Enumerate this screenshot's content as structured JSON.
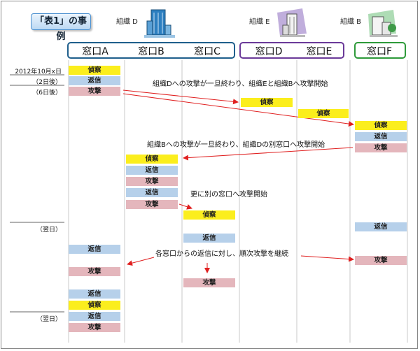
{
  "badge": "「表1」の事例",
  "organizations": [
    {
      "id": "D",
      "label": "組織 D"
    },
    {
      "id": "E",
      "label": "組織 E"
    },
    {
      "id": "B",
      "label": "組織 B"
    }
  ],
  "windows": [
    "窓口A",
    "窓口B",
    "窓口C",
    "窓口D",
    "窓口E",
    "窓口F"
  ],
  "timeline": [
    "2012年10月x日",
    "（2日後）",
    "（6日後）",
    "（翌日）",
    "（翌日）"
  ],
  "steps": {
    "recon": "偵察",
    "reply": "返信",
    "attack": "攻撃"
  },
  "notes": [
    "組織Dへの攻撃が一旦終わり、組織Eと組織Bへ攻撃開始",
    "組織Bへの攻撃が一旦終わり、組織Dの別窓口へ攻撃開始",
    "更に別の窓口へ攻撃開始",
    "各窓口からの返信に対し、順次攻撃を継続"
  ],
  "colors": {
    "group_D": "#1f5f8c",
    "group_E": "#6b3a99",
    "group_B": "#2e9a3a",
    "recon": "#fbee1d",
    "reply": "#b6d0ea",
    "attack": "#e4b6bc",
    "arrow": "#e02020"
  }
}
